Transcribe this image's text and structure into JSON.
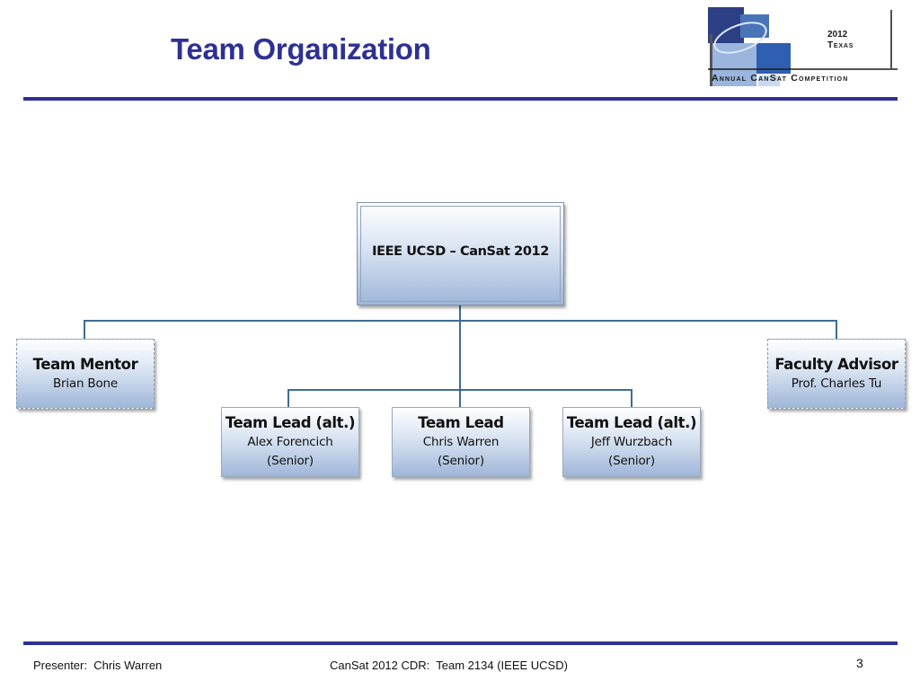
{
  "slide": {
    "title": "Team Organization"
  },
  "logo": {
    "year": "2012",
    "place": "Texas",
    "name": "Annual CanSat Competition"
  },
  "org_chart": {
    "root": {
      "title": "IEEE UCSD – CanSat 2012"
    },
    "advisors": [
      {
        "title": "Team Mentor",
        "name": "Brian Bone"
      },
      {
        "title": "Faculty Advisor",
        "name": "Prof. Charles Tu"
      }
    ],
    "leads": [
      {
        "title": "Team Lead (alt.)",
        "name": "Alex Forencich",
        "note": "(Senior)"
      },
      {
        "title": "Team Lead",
        "name": "Chris Warren",
        "note": "(Senior)"
      },
      {
        "title": "Team Lead (alt.)",
        "name": "Jeff Wurzbach",
        "note": "(Senior)"
      }
    ]
  },
  "footer": {
    "presenter": "Presenter:  Chris Warren",
    "document": "CanSat 2012 CDR:  Team 2134 (IEEE UCSD)",
    "page": "3"
  }
}
